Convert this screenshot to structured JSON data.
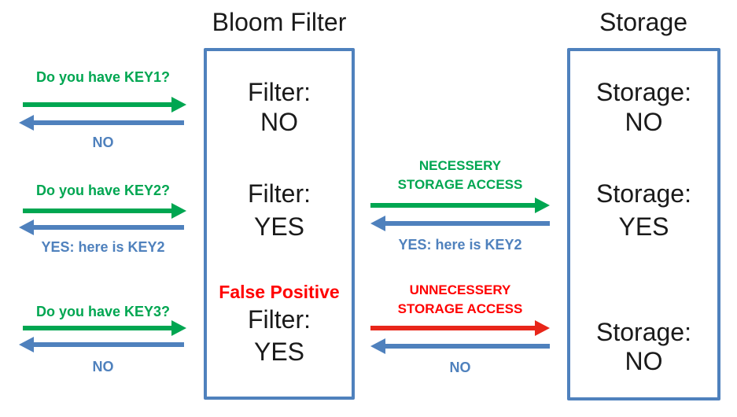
{
  "titles": {
    "bloom_filter": "Bloom Filter",
    "storage": "Storage"
  },
  "colors": {
    "green": "#00a651",
    "blue": "#4f81bd",
    "red": "#ff0000",
    "arrow_red": "#e8261a",
    "box_border": "#4f81bd",
    "text": "#1a1a1a"
  },
  "left_exchanges": [
    {
      "question": "Do you have KEY1?",
      "answer": "NO"
    },
    {
      "question": "Do you have KEY2?",
      "answer": "YES: here is KEY2"
    },
    {
      "question": "Do you have KEY3?",
      "answer": "NO"
    }
  ],
  "filter_box": {
    "rows": [
      {
        "label": "Filter:",
        "value": "NO"
      },
      {
        "label": "Filter:",
        "value": "YES"
      },
      {
        "note": "False Positive",
        "label": "Filter:",
        "value": "YES"
      }
    ]
  },
  "storage_box": {
    "rows": [
      {
        "label": "Storage:",
        "value": "NO"
      },
      {
        "label": "Storage:",
        "value": "YES"
      },
      {
        "label": "Storage:",
        "value": "NO"
      }
    ]
  },
  "middle_exchanges": [
    {
      "caption_line1": "NECESSERY",
      "caption_line2": "STORAGE ACCESS",
      "answer": "YES: here is KEY2"
    },
    {
      "caption_line1": "UNNECESSERY",
      "caption_line2": "STORAGE ACCESS",
      "answer": "NO"
    }
  ]
}
